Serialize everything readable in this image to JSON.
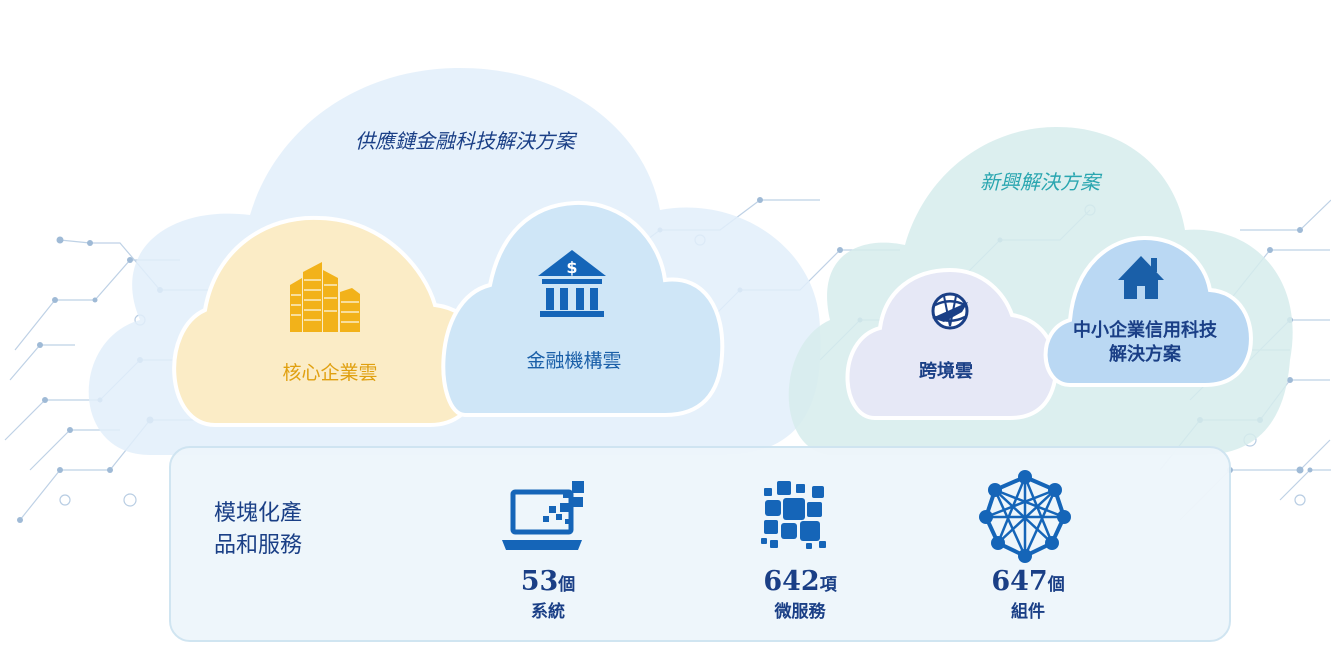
{
  "colors": {
    "cloud_big": "#e2eefa",
    "cloud_emerging": "#dcefee",
    "cloud_core": "#fbecc6",
    "cloud_fin": "#cfe6f7",
    "cloud_cross": "#e6e8f6",
    "cloud_sme": "#bad8f3",
    "panel": "#eef6fb",
    "navy": "#1a3f86",
    "blue_icon": "#1565b8",
    "gold": "#f2b21a",
    "teal": "#2aa6b0",
    "network_lines": "#b8cde3"
  },
  "supply_chain": {
    "title": "供應鏈金融科技解決方案",
    "core_cloud": {
      "label": "核心企業雲",
      "icon": "buildings-icon"
    },
    "financial_cloud": {
      "label": "金融機構雲",
      "icon": "bank-icon"
    }
  },
  "emerging": {
    "title": "新興解決方案",
    "cross_border": {
      "label": "跨境雲",
      "icon": "globe-plane-icon"
    },
    "sme": {
      "label_line1": "中小企業信用科技",
      "label_line2": "解決方案",
      "icon": "house-icon"
    }
  },
  "modular": {
    "title_line1": "模塊化產",
    "title_line2": "品和服務",
    "stats": [
      {
        "number": "53",
        "unit": "個",
        "label": "系統",
        "icon": "laptop-pixels-icon"
      },
      {
        "number": "642",
        "unit": "項",
        "label": "微服務",
        "icon": "microservice-blocks-icon"
      },
      {
        "number": "647",
        "unit": "個",
        "label": "組件",
        "icon": "component-network-icon"
      }
    ]
  }
}
